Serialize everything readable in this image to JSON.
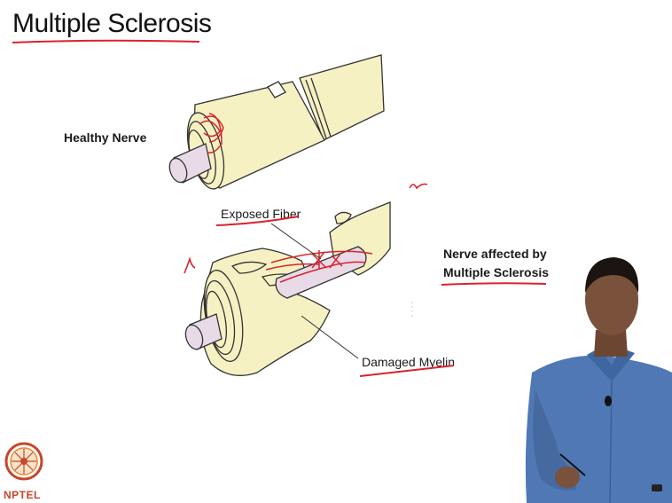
{
  "slide": {
    "title": "Multiple Sclerosis",
    "healthy_label": "Healthy Nerve",
    "exposed_fiber_label": "Exposed Fiber",
    "affected_label_line1": "Nerve affected by",
    "affected_label_line2": "Multiple Sclerosis",
    "damaged_myelin_label": "Damaged Myelin"
  },
  "logo": {
    "text": "NPTEL"
  },
  "colors": {
    "myelin": "#f6f1c3",
    "axon": "#e8dae6",
    "annotation": "#d9232d",
    "shirt": "#4f78b5",
    "skin": "#7a513a",
    "logo": "#c8462b"
  }
}
